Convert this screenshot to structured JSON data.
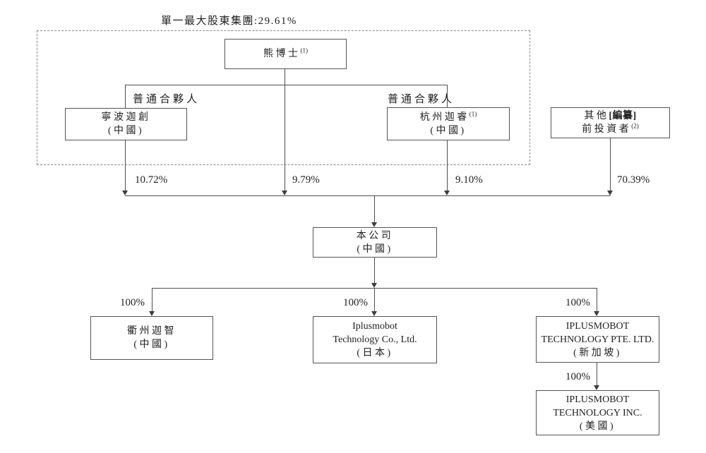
{
  "diagram": {
    "title": "單一最大股東集團:29.61%",
    "labels": {
      "gp_left": "普通合夥人",
      "gp_right": "普通合夥人"
    },
    "percentages": {
      "ningbo_to_company": "10.72%",
      "xiong_to_company": "9.79%",
      "hangzhou_to_company": "9.10%",
      "other_to_company": "70.39%",
      "company_to_quzhou": "100%",
      "company_to_japan": "100%",
      "company_to_singapore": "100%",
      "singapore_to_usa": "100%"
    },
    "entities": {
      "xiong": {
        "name": "熊博士",
        "sup": "(1)"
      },
      "ningbo": {
        "name": "寧波迦創",
        "region": "(中國)"
      },
      "hangzhou": {
        "name": "杭州迦睿",
        "sup": "(1)",
        "region": "(中國)"
      },
      "other": {
        "name": "其他",
        "redacted": "[編纂]",
        "line2": "前投資者",
        "sup": "(2)"
      },
      "company": {
        "name": "本公司",
        "region": "(中國)"
      },
      "quzhou": {
        "name": "衢州迦智",
        "region": "(中國)"
      },
      "japan": {
        "line1": "Iplusmobot",
        "line2": "Technology Co., Ltd.",
        "region": "(日本)"
      },
      "singapore": {
        "line1": "IPLUSMOBOT",
        "line2": "TECHNOLOGY PTE. LTD.",
        "region": "(新加坡)"
      },
      "usa": {
        "line1": "IPLUSMOBOT",
        "line2": "TECHNOLOGY INC.",
        "region": "(美國)"
      }
    },
    "colors": {
      "line": "#4f4f4f",
      "text": "#1f1f1f",
      "background": "#ffffff"
    }
  }
}
